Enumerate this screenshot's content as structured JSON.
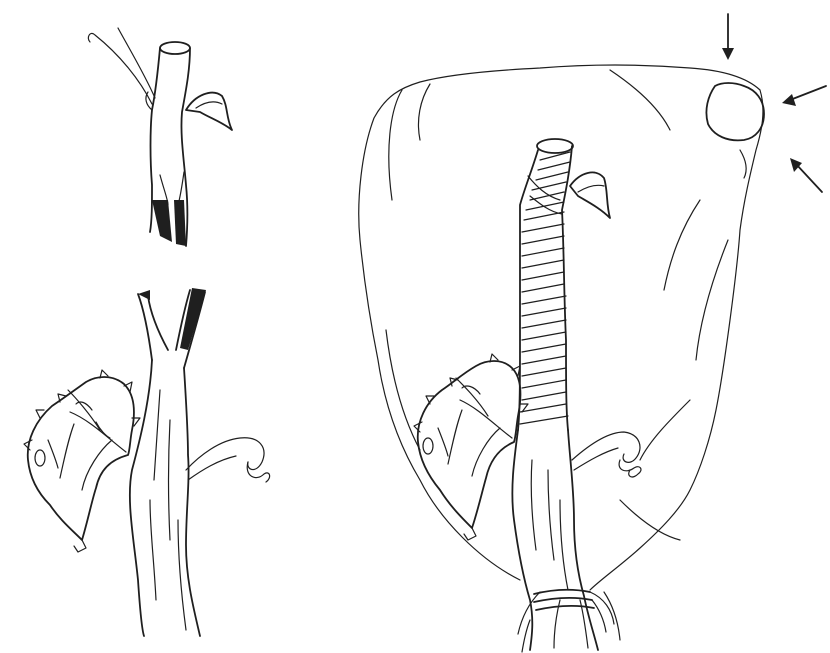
{
  "figure": {
    "panels": [
      {
        "id": "scion",
        "description_icon": "scion-cutting-icon"
      },
      {
        "id": "rootstock",
        "description_icon": "split-rootstock-icon"
      },
      {
        "id": "bagged-graft",
        "description_icon": "bagged-graft-icon"
      }
    ],
    "arrows": [
      "arrow-top",
      "arrow-right-upper",
      "arrow-right-lower"
    ],
    "ink_color": "#1f1f1f",
    "background_color": "#ffffff"
  }
}
